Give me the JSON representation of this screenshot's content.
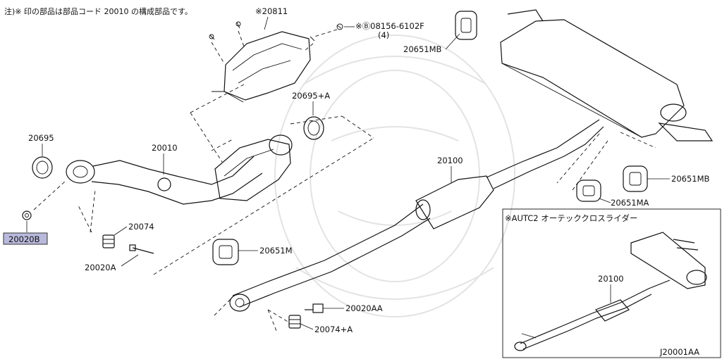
{
  "note": {
    "line1": "注)※ 印の部品は部品コード 20010 の構成部品です。",
    "marker_20811": "※20811"
  },
  "parts": {
    "p20811": "※20811",
    "p08156": "※Ⓑ08156-6102F",
    "p08156_qty": "(4)",
    "p20651MB_top": "20651MB",
    "p20695A": "20695+A",
    "p20695": "20695",
    "p20010": "20010",
    "p20020B": "20020B",
    "p20074": "20074",
    "p20020A": "20020A",
    "p20100": "20100",
    "p20651MB_right": "20651MB",
    "p20651MA": "20651MA",
    "p20651M": "20651M",
    "p20020AA": "20020AA",
    "p20074A": "20074+A"
  },
  "inset": {
    "title": "※AUTC2 オーテッククロスライダー",
    "part": "20100"
  },
  "diagram_id": "J20001AA",
  "highlight_color": "#b9b9dc"
}
